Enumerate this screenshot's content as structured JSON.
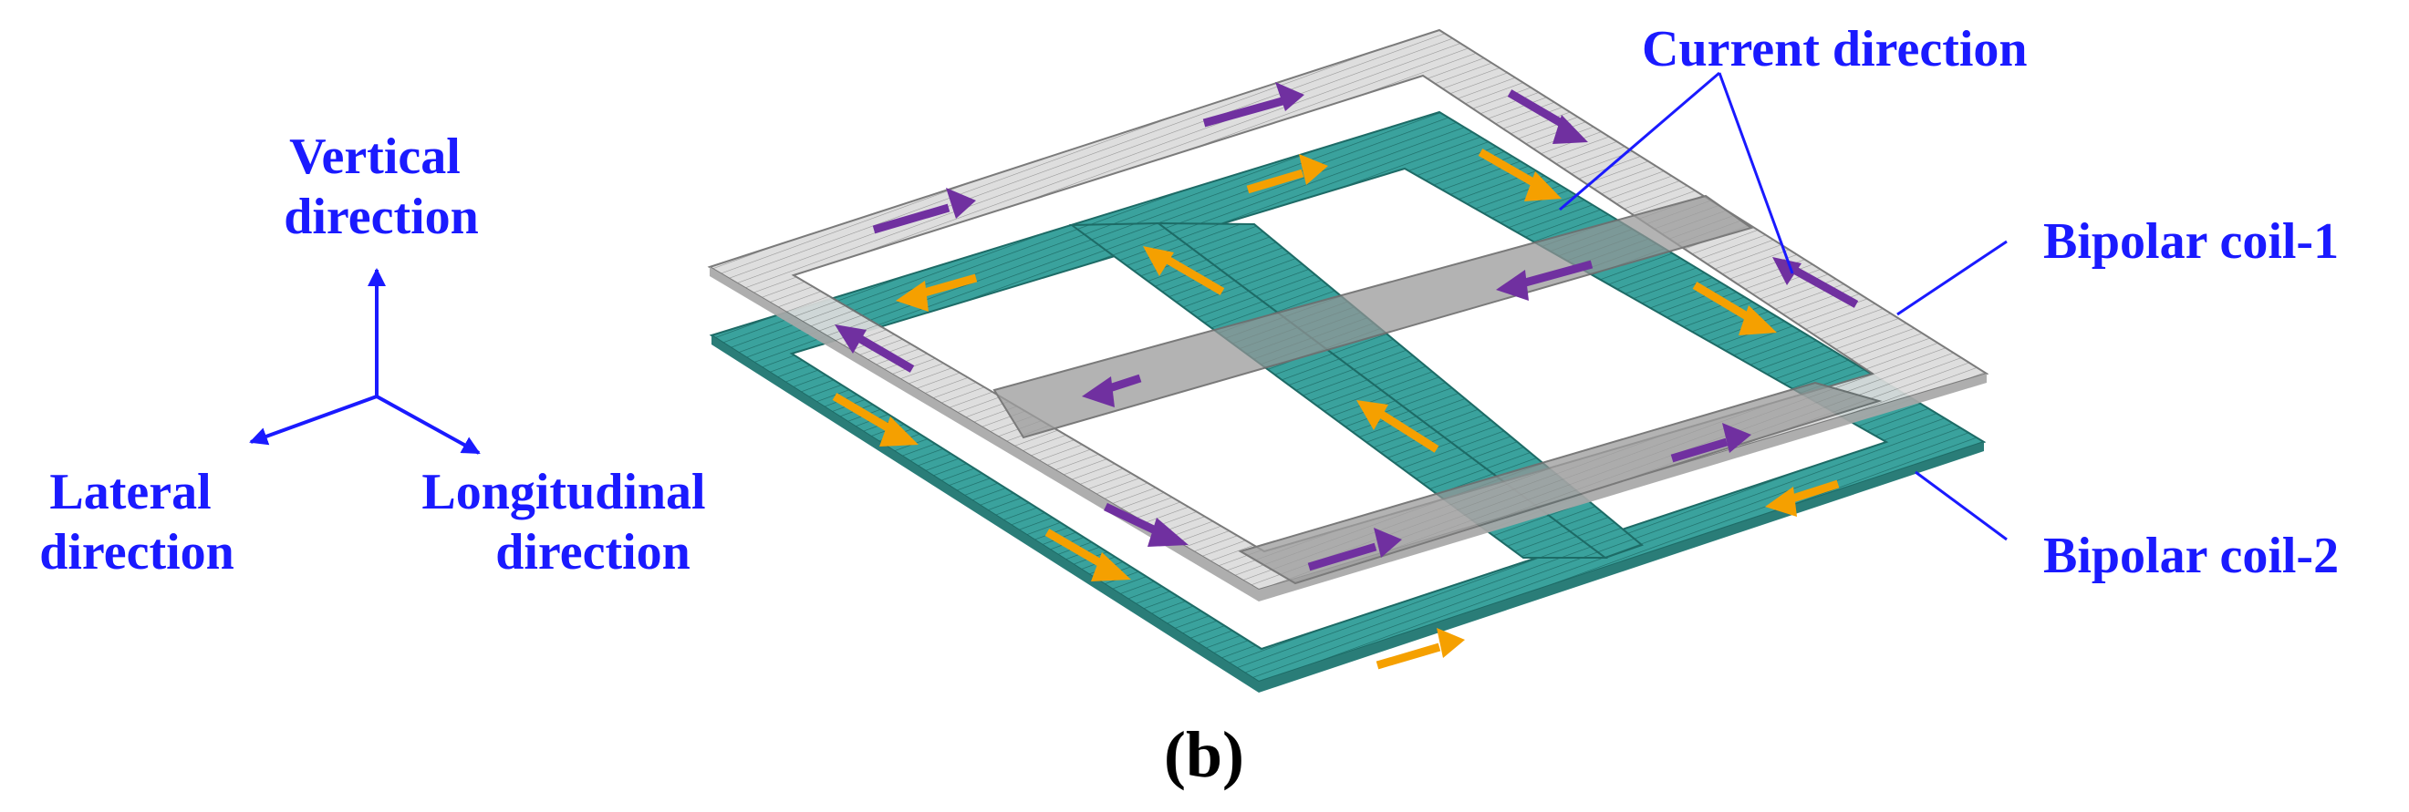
{
  "axes": {
    "vertical": [
      "Vertical",
      "direction"
    ],
    "lateral": [
      "Lateral",
      "direction"
    ],
    "longitudinal": [
      "Longitudinal",
      "direction"
    ]
  },
  "callouts": {
    "current_direction": "Current direction",
    "coil1": "Bipolar coil-1",
    "coil2": "Bipolar coil-2"
  },
  "caption": "(b)",
  "colors": {
    "label_blue": "#1a1aff",
    "coil1_fill": "#d3d3d3",
    "coil2_fill": "#3aa29d",
    "arrow_purple": "#7030a0",
    "arrow_orange": "#f5a000"
  }
}
